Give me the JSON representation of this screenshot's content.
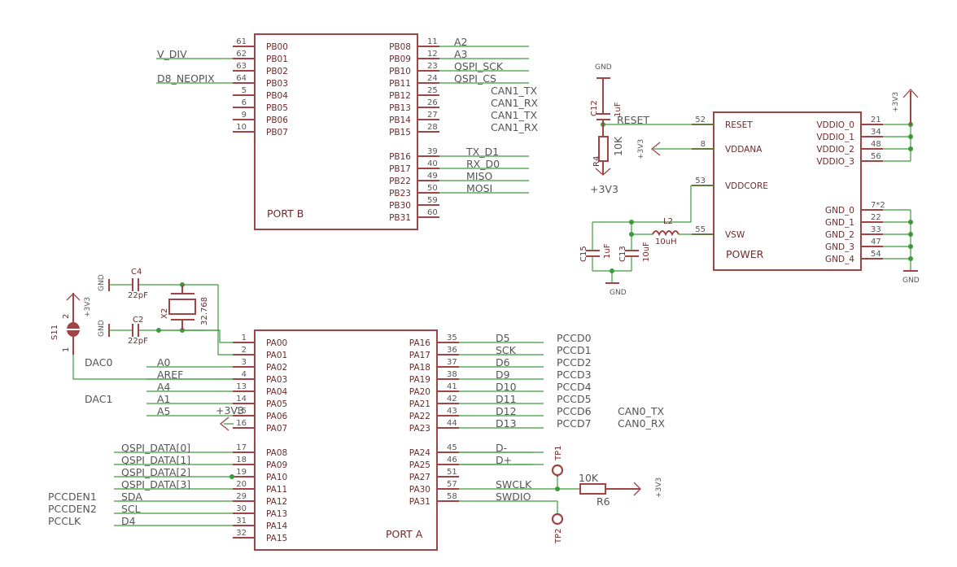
{
  "port_b": {
    "name": "PORT B",
    "left_pins": [
      {
        "pin": "PB00",
        "num": "61",
        "net": ""
      },
      {
        "pin": "PB01",
        "num": "62",
        "net": "V_DIV"
      },
      {
        "pin": "PB02",
        "num": "63",
        "net": ""
      },
      {
        "pin": "PB03",
        "num": "64",
        "net": "D8_NEOPIX"
      },
      {
        "pin": "PB04",
        "num": "5",
        "net": ""
      },
      {
        "pin": "PB05",
        "num": "6",
        "net": ""
      },
      {
        "pin": "PB06",
        "num": "9",
        "net": ""
      },
      {
        "pin": "PB07",
        "num": "10",
        "net": ""
      }
    ],
    "right_pins": [
      {
        "pin": "PB08",
        "num": "11",
        "net": "A2"
      },
      {
        "pin": "PB09",
        "num": "12",
        "net": "A3"
      },
      {
        "pin": "PB10",
        "num": "23",
        "net": "QSPI_SCK"
      },
      {
        "pin": "PB11",
        "num": "24",
        "net": "QSPI_CS"
      },
      {
        "pin": "PB12",
        "num": "25",
        "net": "CAN1_TX"
      },
      {
        "pin": "PB13",
        "num": "26",
        "net": "CAN1_RX"
      },
      {
        "pin": "PB14",
        "num": "27",
        "net": "CAN1_TX"
      },
      {
        "pin": "PB15",
        "num": "28",
        "net": "CAN1_RX"
      },
      {
        "pin": "PB16",
        "num": "39",
        "net": "TX_D1"
      },
      {
        "pin": "PB17",
        "num": "40",
        "net": "RX_D0"
      },
      {
        "pin": "PB22",
        "num": "49",
        "net": "MISO"
      },
      {
        "pin": "PB23",
        "num": "50",
        "net": "MOSI"
      },
      {
        "pin": "PB30",
        "num": "59",
        "net": ""
      },
      {
        "pin": "PB31",
        "num": "60",
        "net": ""
      }
    ]
  },
  "port_a": {
    "name": "PORT A",
    "left_pins": [
      {
        "pin": "PA00",
        "num": "1",
        "net": ""
      },
      {
        "pin": "PA01",
        "num": "2",
        "net": ""
      },
      {
        "pin": "PA02",
        "num": "3",
        "net": "A0",
        "alt": "DAC0"
      },
      {
        "pin": "PA03",
        "num": "4",
        "net": "AREF"
      },
      {
        "pin": "PA04",
        "num": "13",
        "net": "A4"
      },
      {
        "pin": "PA05",
        "num": "14",
        "net": "A1",
        "alt": "DAC1"
      },
      {
        "pin": "PA06",
        "num": "15",
        "net": "A5"
      },
      {
        "pin": "PA07",
        "num": "16",
        "net": ""
      },
      {
        "pin": "PA08",
        "num": "17",
        "net": "QSPI_DATA[0]"
      },
      {
        "pin": "PA09",
        "num": "18",
        "net": "QSPI_DATA[1]"
      },
      {
        "pin": "PA10",
        "num": "19",
        "net": "QSPI_DATA[2]"
      },
      {
        "pin": "PA11",
        "num": "20",
        "net": "QSPI_DATA[3]"
      },
      {
        "pin": "PA12",
        "num": "29",
        "net": "SDA",
        "alt": "PCCDEN1"
      },
      {
        "pin": "PA13",
        "num": "30",
        "net": "SCL",
        "alt": "PCCDEN2"
      },
      {
        "pin": "PA14",
        "num": "31",
        "net": "D4",
        "alt": "PCCLK"
      },
      {
        "pin": "PA15",
        "num": "32",
        "net": ""
      }
    ],
    "right_pins": [
      {
        "pin": "PA16",
        "num": "35",
        "net": "D5",
        "alt": "PCCD0"
      },
      {
        "pin": "PA17",
        "num": "36",
        "net": "SCK",
        "alt": "PCCD1"
      },
      {
        "pin": "PA18",
        "num": "37",
        "net": "D6",
        "alt": "PCCD2"
      },
      {
        "pin": "PA19",
        "num": "38",
        "net": "D9",
        "alt": "PCCD3"
      },
      {
        "pin": "PA20",
        "num": "41",
        "net": "D10",
        "alt": "PCCD4"
      },
      {
        "pin": "PA21",
        "num": "42",
        "net": "D11",
        "alt": "PCCD5"
      },
      {
        "pin": "PA22",
        "num": "43",
        "net": "D12",
        "alt": "PCCD6",
        "alt2": "CAN0_TX"
      },
      {
        "pin": "PA23",
        "num": "44",
        "net": "D13",
        "alt": "PCCD7",
        "alt2": "CAN0_RX"
      },
      {
        "pin": "PA24",
        "num": "45",
        "net": "D-"
      },
      {
        "pin": "PA25",
        "num": "46",
        "net": "D+"
      },
      {
        "pin": "PA27",
        "num": "51",
        "net": ""
      },
      {
        "pin": "PA30",
        "num": "57",
        "net": "SWCLK"
      },
      {
        "pin": "PA31",
        "num": "58",
        "net": "SWDIO"
      }
    ]
  },
  "power": {
    "name": "POWER",
    "left_pins": [
      {
        "pin": "RESET",
        "num": "52",
        "net": "RESET"
      },
      {
        "pin": "VDDANA",
        "num": "8",
        "net": ""
      },
      {
        "pin": "VDDCORE",
        "num": "53",
        "net": ""
      },
      {
        "pin": "VSW",
        "num": "55",
        "net": ""
      }
    ],
    "right_pins": [
      {
        "pin": "VDDIO_0",
        "num": "21"
      },
      {
        "pin": "VDDIO_1",
        "num": "34"
      },
      {
        "pin": "VDDIO_2",
        "num": "48"
      },
      {
        "pin": "VDDIO_3",
        "num": "56"
      },
      {
        "pin": "GND_0",
        "num": "7*2"
      },
      {
        "pin": "GND_1",
        "num": "22"
      },
      {
        "pin": "GND_2",
        "num": "33"
      },
      {
        "pin": "GND_3",
        "num": "47"
      },
      {
        "pin": "GND_4",
        "num": "54"
      }
    ]
  },
  "parts": {
    "c12": {
      "ref": "C12",
      "value": "1uF"
    },
    "r4": {
      "ref": "R4",
      "value": "10K"
    },
    "c15": {
      "ref": "C15",
      "value": "1uF"
    },
    "c13": {
      "ref": "C13",
      "value": "10uF"
    },
    "l2": {
      "ref": "L2",
      "value": "10uH"
    },
    "c4": {
      "ref": "C4",
      "value": "22pF"
    },
    "c2": {
      "ref": "C2",
      "value": "22pF"
    },
    "x2": {
      "ref": "X2",
      "value": "32.768"
    },
    "s11": {
      "ref": "S11",
      "pin1": "1",
      "pin2": "2"
    },
    "r6": {
      "ref": "R6",
      "value": "10K"
    },
    "tp1": {
      "ref": "TP1"
    },
    "tp2": {
      "ref": "TP2"
    }
  },
  "supplies": {
    "v33": "+3V3",
    "gnd": "GND"
  }
}
